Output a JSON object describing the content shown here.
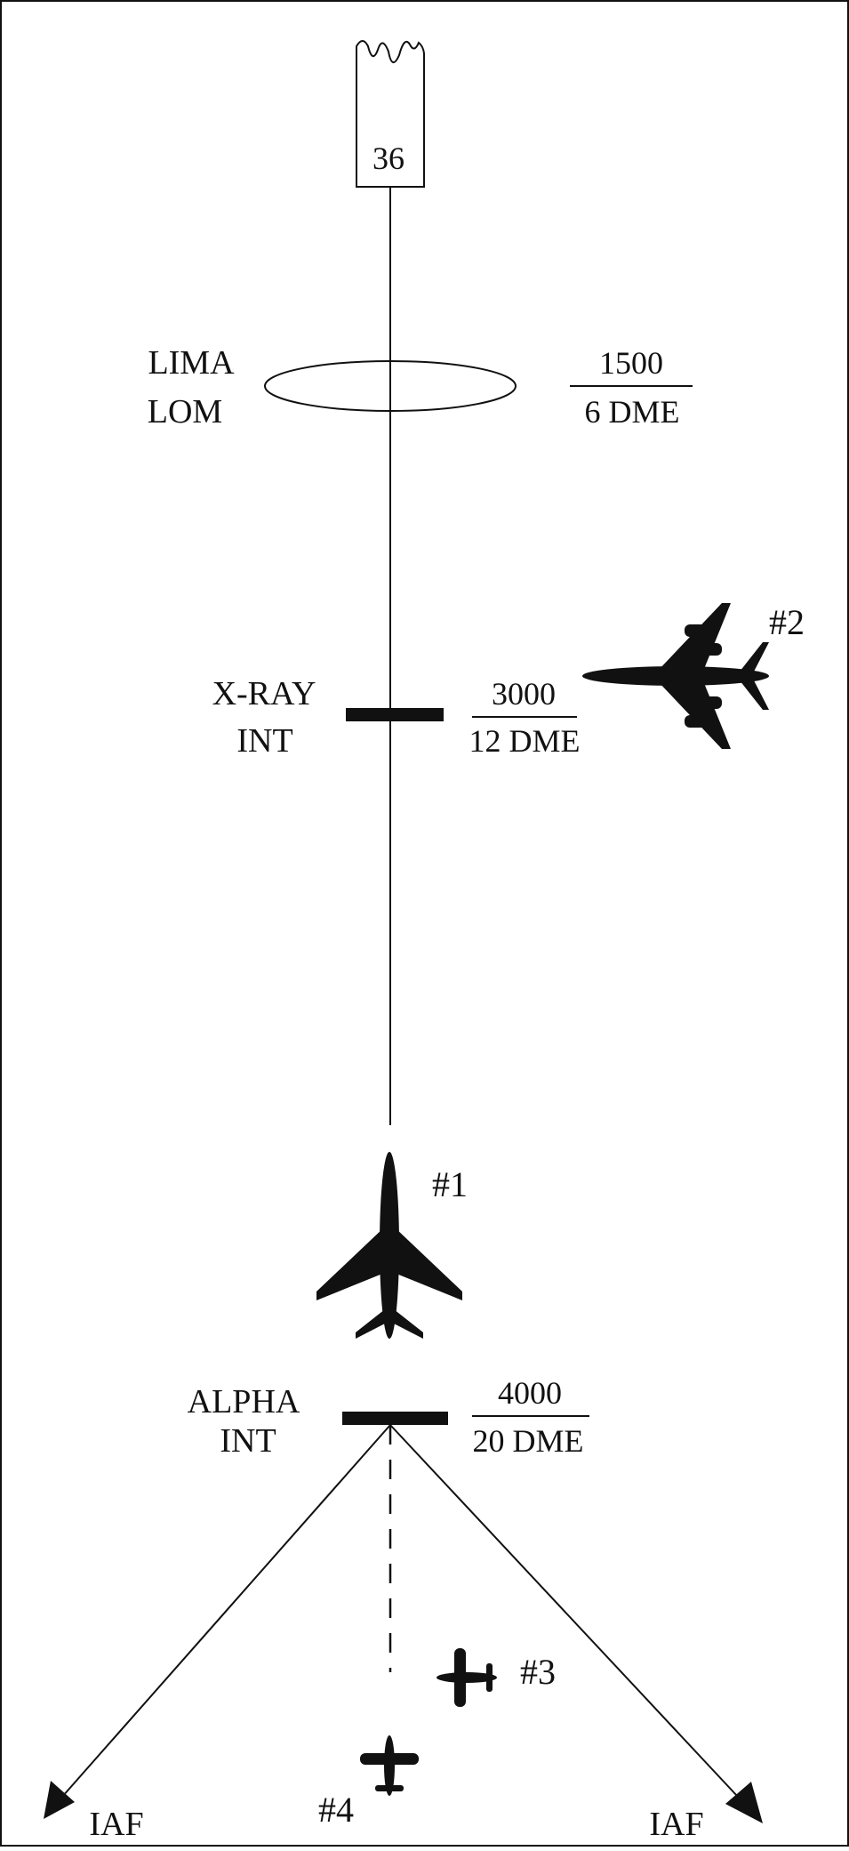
{
  "runway": {
    "label": "36"
  },
  "fixes": {
    "lima": {
      "name": "LIMA",
      "type": "LOM",
      "altitude": "1500",
      "distance": "6 DME"
    },
    "xray": {
      "name": "X-RAY",
      "type": "INT",
      "altitude": "3000",
      "distance": "12 DME"
    },
    "alpha": {
      "name": "ALPHA",
      "type": "INT",
      "altitude": "4000",
      "distance": "20 DME"
    }
  },
  "aircraft": {
    "a1": {
      "label": "#1"
    },
    "a2": {
      "label": "#2"
    },
    "a3": {
      "label": "#3"
    },
    "a4": {
      "label": "#4"
    }
  },
  "iaf": {
    "left": "IAF",
    "right": "IAF"
  },
  "colors": {
    "ink": "#111111",
    "background": "#ffffff"
  }
}
